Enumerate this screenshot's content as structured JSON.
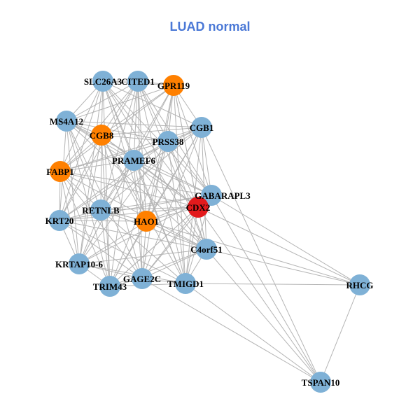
{
  "title": "LUAD normal",
  "colors": {
    "default_node": "#7fb1d6",
    "highlight_orange": "#ff8000",
    "highlight_red": "#e31a1c",
    "edge": "#b4b4b4",
    "title": "#4a78d6"
  },
  "nodes": [
    {
      "id": "CITED1",
      "color": "default_node"
    },
    {
      "id": "SLC26A3",
      "color": "default_node"
    },
    {
      "id": "GPR119",
      "color": "highlight_orange"
    },
    {
      "id": "MS4A12",
      "color": "default_node"
    },
    {
      "id": "CGB8",
      "color": "highlight_orange"
    },
    {
      "id": "CGB1",
      "color": "default_node"
    },
    {
      "id": "PRSS38",
      "color": "default_node"
    },
    {
      "id": "PRAMEF6",
      "color": "default_node"
    },
    {
      "id": "FABP1",
      "color": "highlight_orange"
    },
    {
      "id": "GABARAPL3",
      "color": "default_node"
    },
    {
      "id": "CDX2",
      "color": "highlight_red"
    },
    {
      "id": "RETNLB",
      "color": "default_node"
    },
    {
      "id": "KRT20",
      "color": "default_node"
    },
    {
      "id": "HAO1",
      "color": "highlight_orange"
    },
    {
      "id": "C4orf51",
      "color": "default_node"
    },
    {
      "id": "KRTAP10-6",
      "color": "default_node"
    },
    {
      "id": "GAGE2C",
      "color": "default_node"
    },
    {
      "id": "TRIM43",
      "color": "default_node"
    },
    {
      "id": "TMIGD1",
      "color": "default_node"
    },
    {
      "id": "RHCG",
      "color": "default_node"
    },
    {
      "id": "TSPAN10",
      "color": "default_node"
    }
  ],
  "cluster": [
    "CITED1",
    "SLC26A3",
    "GPR119",
    "MS4A12",
    "CGB8",
    "CGB1",
    "PRSS38",
    "PRAMEF6",
    "FABP1",
    "GABARAPL3",
    "CDX2",
    "RETNLB",
    "KRT20",
    "HAO1",
    "C4orf51",
    "KRTAP10-6",
    "GAGE2C",
    "TRIM43",
    "TMIGD1"
  ],
  "extra_edges": [
    [
      "RHCG",
      "GABARAPL3"
    ],
    [
      "RHCG",
      "CDX2"
    ],
    [
      "RHCG",
      "C4orf51"
    ],
    [
      "RHCG",
      "TMIGD1"
    ],
    [
      "RHCG",
      "HAO1"
    ],
    [
      "TSPAN10",
      "RHCG"
    ],
    [
      "TSPAN10",
      "GABARAPL3"
    ],
    [
      "TSPAN10",
      "CDX2"
    ],
    [
      "TSPAN10",
      "C4orf51"
    ],
    [
      "TSPAN10",
      "TMIGD1"
    ],
    [
      "TSPAN10",
      "CGB1"
    ],
    [
      "TSPAN10",
      "GAGE2C"
    ]
  ]
}
